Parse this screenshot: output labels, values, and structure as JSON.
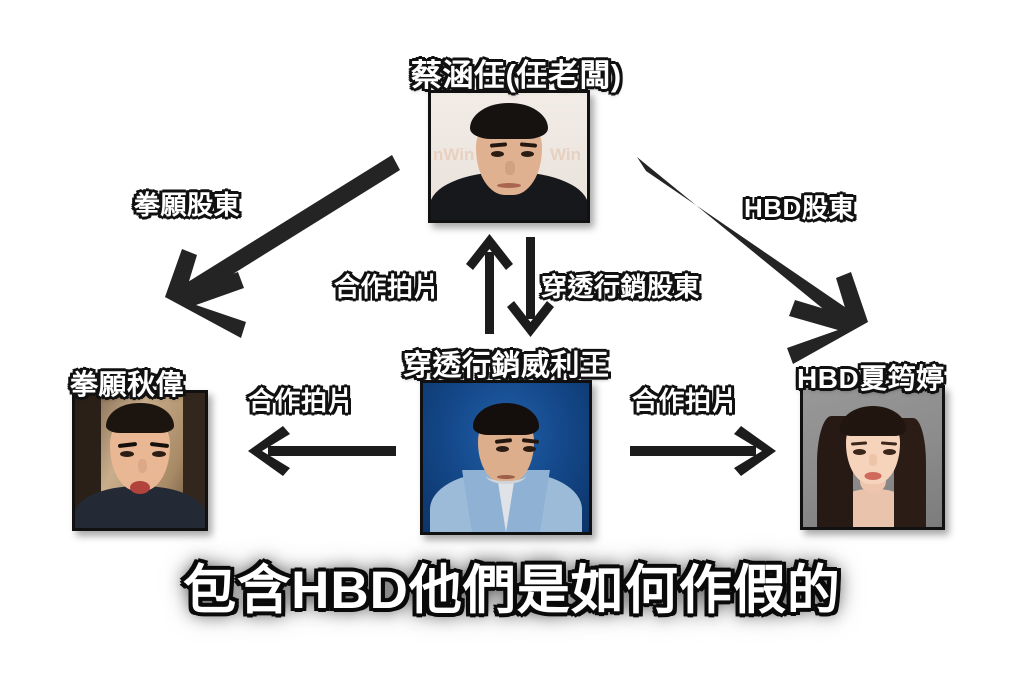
{
  "meta": {
    "background_color": "#ffffff",
    "label_text_color": "#ffffff",
    "label_outline_color": "#111111",
    "arrow_color": "#222222"
  },
  "nodes": {
    "top": {
      "id": "boss",
      "label": "蔡涵任(任老闆)",
      "photo_alt": "man-in-black-shirt-portrait",
      "photo_bg": "#efe9e4",
      "watermark_left": "nWin",
      "watermark_right": "Win"
    },
    "center": {
      "id": "willy-wang",
      "label": "穿透行銷威利王",
      "photo_alt": "man-in-light-blue-blazer-portrait",
      "photo_bg": "#12488f"
    },
    "left": {
      "id": "qiuwei",
      "label": "拳願秋偉",
      "photo_alt": "young-man-webcam-portrait",
      "photo_bg": "#7a6450"
    },
    "right": {
      "id": "xia-junting",
      "label": "HBD夏筠婷",
      "photo_alt": "young-woman-studio-portrait",
      "photo_bg": "#8d8d8d"
    }
  },
  "edges": [
    {
      "id": "boss-to-qiuwei",
      "label": "拳願股東",
      "from": "boss",
      "to": "qiuwei",
      "direction": "down-left"
    },
    {
      "id": "boss-to-xia",
      "label": "HBD股東",
      "from": "boss",
      "to": "xia-junting",
      "direction": "down-right"
    },
    {
      "id": "willy-to-boss",
      "label": "合作拍片",
      "from": "willy",
      "to": "boss",
      "direction": "up"
    },
    {
      "id": "boss-to-willy",
      "label": "穿透行銷股東",
      "from": "boss",
      "to": "willy",
      "direction": "down"
    },
    {
      "id": "willy-to-qiuwei",
      "label": "合作拍片",
      "from": "willy",
      "to": "qiuwei",
      "direction": "left"
    },
    {
      "id": "willy-to-xia",
      "label": "合作拍片",
      "from": "willy",
      "to": "xia-junting",
      "direction": "right"
    }
  ],
  "caption": "包含HBD他們是如何作假的"
}
